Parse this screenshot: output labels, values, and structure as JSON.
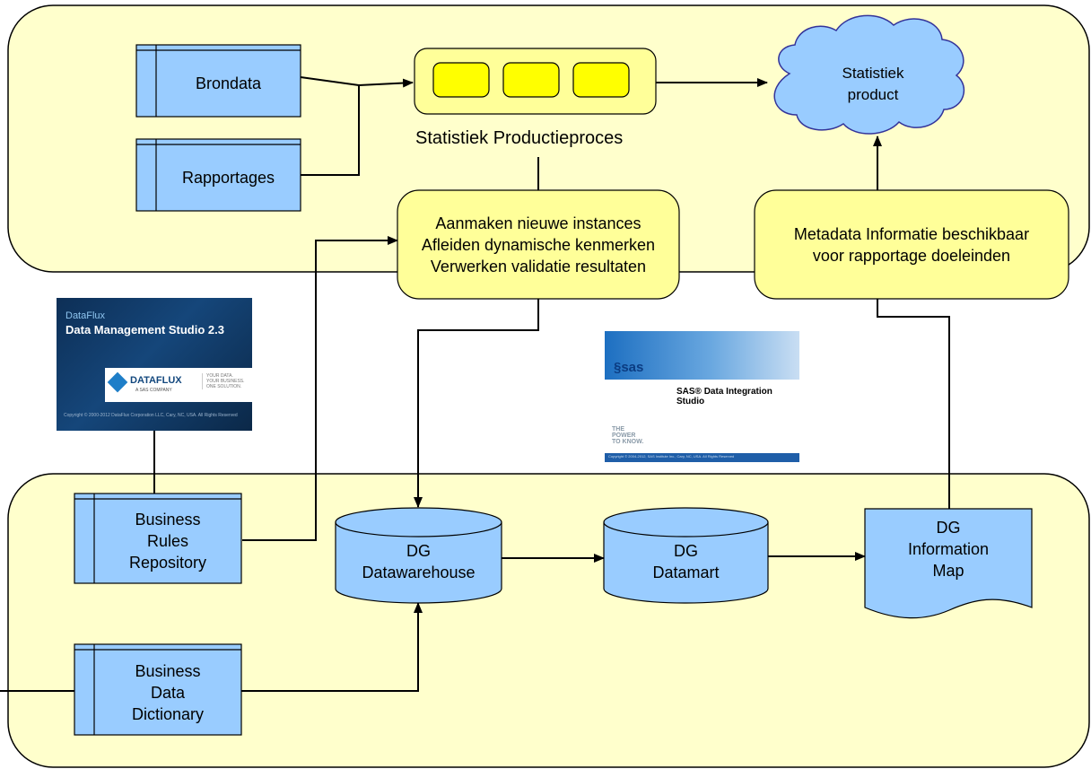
{
  "diagram": {
    "inputs": {
      "brondata": "Brondata",
      "rapportages": "Rapportages"
    },
    "process_caption": "Statistiek Productieproces",
    "product": [
      "Statistiek",
      "product"
    ],
    "instances_box": [
      "Aanmaken nieuwe instances",
      "Afleiden dynamische kenmerken",
      "Verwerken validatie resultaten"
    ],
    "metadata_box": [
      "Metadata Informatie beschikbaar",
      "voor rapportage doeleinden"
    ],
    "business_rules": [
      "Business",
      "Rules",
      "Repository"
    ],
    "business_dictionary": [
      "Business",
      "Data",
      "Dictionary"
    ],
    "dg_datawarehouse": [
      "DG",
      "Datawarehouse"
    ],
    "dg_datamart": [
      "DG",
      "Datamart"
    ],
    "dg_information_map": [
      "DG",
      "Information",
      "Map"
    ]
  },
  "dataflux_splash": {
    "brand": "DataFlux",
    "product": "Data Management Studio 2.3",
    "logo": "DATAFLUX",
    "logo_sub": "A SAS COMPANY",
    "slogan": [
      "YOUR DATA.",
      "YOUR BUSINESS.",
      "ONE SOLUTION."
    ],
    "copyright": "Copyright © 2000-2012 DataFlux Corporation LLC, Cary, NC, USA. All Rights Reserved"
  },
  "sas_splash": {
    "logo": "sas",
    "title": [
      "SAS® Data Integration",
      "Studio"
    ],
    "slogan": [
      "THE",
      "POWER",
      "TO KNOW."
    ],
    "copyright": "Copyright © 2004-2012, SAS Institute Inc., Cary, NC, USA. All Rights Reserved"
  },
  "colors": {
    "panel_fill": "#ffffcc",
    "node_fill": "#ffff99",
    "step_fill": "#ffff00",
    "entity_fill": "#99ccff",
    "cloud_fill": "#99ccff",
    "line": "#000000"
  }
}
